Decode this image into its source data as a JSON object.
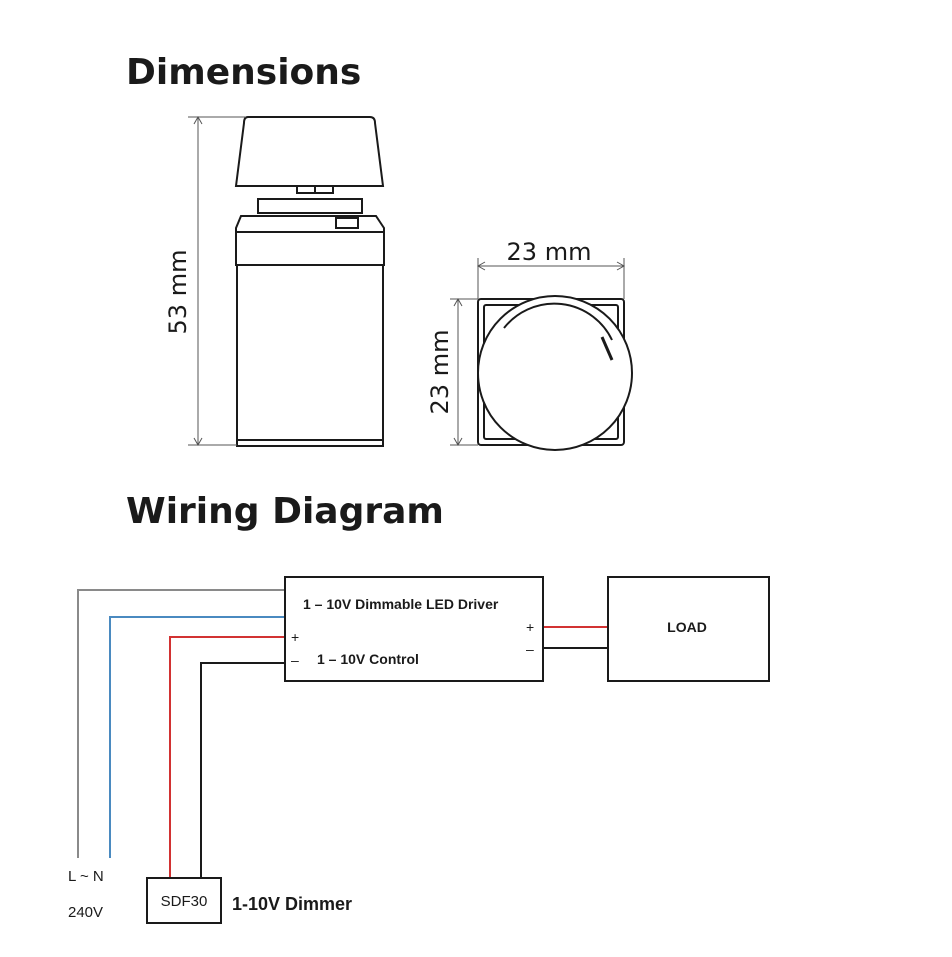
{
  "dimensions": {
    "title": "Dimensions",
    "height_label": "53 mm",
    "width_label": "23 mm",
    "depth_label": "23 mm"
  },
  "wiring": {
    "title": "Wiring Diagram",
    "driver": {
      "title": "1 – 10V Dimmable LED Driver",
      "control_label": "1 – 10V Control",
      "in_plus": "+",
      "in_minus": "–",
      "out_plus": "+",
      "out_minus": "–"
    },
    "load_label": "LOAD",
    "mains_label": "L ~ N",
    "voltage_label": "240V",
    "dimmer_model": "SDF30",
    "dimmer_label": "1-10V Dimmer"
  },
  "colors": {
    "line": "#1a1a1a",
    "live_wire": "#8a8a8a",
    "neutral_wire": "#4a8ac0",
    "plus_wire": "#d23232",
    "minus_wire": "#1a1a1a"
  }
}
